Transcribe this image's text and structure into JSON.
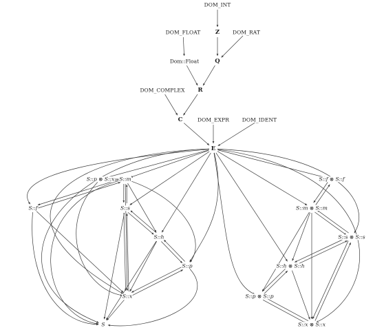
{
  "nodes": [
    {
      "id": "dom_int",
      "label": "DOM_INT",
      "kind": "sc"
    },
    {
      "id": "z",
      "label": "Z",
      "kind": "bb"
    },
    {
      "id": "dom_float",
      "label": "DOM_FLOAT",
      "kind": "sc"
    },
    {
      "id": "dom_rat",
      "label": "DOM_RAT",
      "kind": "sc"
    },
    {
      "id": "dom_float2",
      "label": "Dom::Float",
      "kind": "rm"
    },
    {
      "id": "q",
      "label": "Q",
      "kind": "bb"
    },
    {
      "id": "dom_complex",
      "label": "DOM_COMPLEX",
      "kind": "sc"
    },
    {
      "id": "r",
      "label": "R",
      "kind": "bb"
    },
    {
      "id": "c",
      "label": "C",
      "kind": "bb"
    },
    {
      "id": "dom_expr",
      "label": "DOM_EXPR",
      "kind": "sc"
    },
    {
      "id": "dom_ident",
      "label": "DOM_IDENT",
      "kind": "sc"
    },
    {
      "id": "e",
      "label": "E",
      "kind": "bb"
    },
    {
      "id": "sp_sx",
      "label": "S::p ⊗ S::x",
      "kind": "it"
    },
    {
      "id": "sm",
      "label": "S::m",
      "kind": "it"
    },
    {
      "id": "sf_sf",
      "label": "S::f ⊗ S::f",
      "kind": "it"
    },
    {
      "id": "sf",
      "label": "S::f",
      "kind": "it"
    },
    {
      "id": "ss",
      "label": "S::s",
      "kind": "it"
    },
    {
      "id": "sm_sm",
      "label": "S::m ⊗ S::m",
      "kind": "it"
    },
    {
      "id": "sh",
      "label": "S::h",
      "kind": "it"
    },
    {
      "id": "ss_ss",
      "label": "S::s ⊗ S::s",
      "kind": "it"
    },
    {
      "id": "sp",
      "label": "S::p",
      "kind": "it"
    },
    {
      "id": "sh_sh",
      "label": "S::h ⊗ S::h",
      "kind": "it"
    },
    {
      "id": "sx",
      "label": "S::x",
      "kind": "it"
    },
    {
      "id": "sp_sp",
      "label": "S::p ⊗ S::p",
      "kind": "it"
    },
    {
      "id": "s",
      "label": "S",
      "kind": "it"
    },
    {
      "id": "sx_sx",
      "label": "S::x ⊗ S::x",
      "kind": "it"
    }
  ],
  "edges": [
    [
      "dom_int",
      "z"
    ],
    [
      "z",
      "q"
    ],
    [
      "dom_rat",
      "q"
    ],
    [
      "dom_float",
      "dom_float2"
    ],
    [
      "dom_float2",
      "r"
    ],
    [
      "q",
      "r"
    ],
    [
      "dom_complex",
      "c"
    ],
    [
      "r",
      "c"
    ],
    [
      "c",
      "e"
    ],
    [
      "dom_expr",
      "e"
    ],
    [
      "dom_ident",
      "e"
    ],
    [
      "e",
      "sp_sx"
    ],
    [
      "e",
      "sm"
    ],
    [
      "e",
      "sf"
    ],
    [
      "e",
      "ss"
    ],
    [
      "e",
      "sh"
    ],
    [
      "e",
      "sp"
    ],
    [
      "e",
      "sx"
    ],
    [
      "e",
      "s"
    ],
    [
      "e",
      "sf_sf"
    ],
    [
      "e",
      "sm_sm"
    ],
    [
      "e",
      "ss_ss"
    ],
    [
      "e",
      "sh_sh"
    ],
    [
      "e",
      "sp_sp"
    ],
    [
      "e",
      "sx_sx"
    ],
    [
      "sm",
      "sp_sx"
    ],
    [
      "sm",
      "sf"
    ],
    [
      "sm",
      "ss"
    ],
    [
      "sm",
      "sh"
    ],
    [
      "sm",
      "sp"
    ],
    [
      "sm",
      "sx"
    ],
    [
      "sm",
      "s"
    ],
    [
      "sf",
      "sm"
    ],
    [
      "sf",
      "s"
    ],
    [
      "sf",
      "sx"
    ],
    [
      "ss",
      "sm"
    ],
    [
      "ss",
      "sh"
    ],
    [
      "ss",
      "sx"
    ],
    [
      "ss",
      "s"
    ],
    [
      "sh",
      "ss"
    ],
    [
      "sh",
      "sp"
    ],
    [
      "sh",
      "sx"
    ],
    [
      "sh",
      "s"
    ],
    [
      "sp",
      "sh"
    ],
    [
      "sp",
      "sx"
    ],
    [
      "sp",
      "s"
    ],
    [
      "sx",
      "ss"
    ],
    [
      "sx",
      "sp"
    ],
    [
      "sx",
      "s"
    ],
    [
      "sp_sx",
      "sx"
    ],
    [
      "sf_sf",
      "sm_sm"
    ],
    [
      "sm_sm",
      "sf_sf"
    ],
    [
      "sm_sm",
      "ss_ss"
    ],
    [
      "sm_sm",
      "sh_sh"
    ],
    [
      "sm_sm",
      "sp_sp"
    ],
    [
      "sm_sm",
      "sx_sx"
    ],
    [
      "ss_ss",
      "sm_sm"
    ],
    [
      "ss_ss",
      "sh_sh"
    ],
    [
      "ss_ss",
      "sx_sx"
    ],
    [
      "sh_sh",
      "ss_ss"
    ],
    [
      "sh_sh",
      "sp_sp"
    ],
    [
      "sh_sh",
      "sx_sx"
    ],
    [
      "sp_sp",
      "sh_sh"
    ],
    [
      "sp_sp",
      "sx_sx"
    ],
    [
      "sx_sx",
      "ss_ss"
    ],
    [
      "sx_sx",
      "sp_sp"
    ]
  ],
  "colors": {
    "line": "#3a3a3a",
    "text": "#1a1a1a",
    "background": "#ffffff"
  }
}
